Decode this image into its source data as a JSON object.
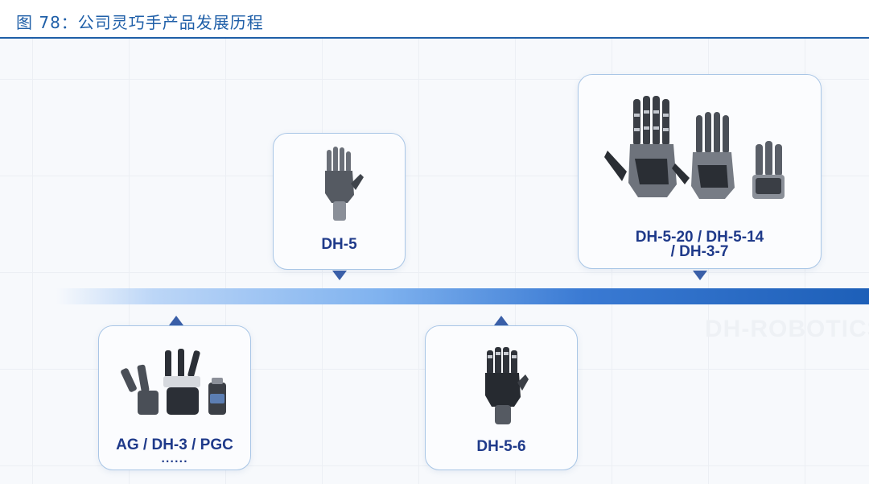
{
  "header": {
    "title": "图 78：公司灵巧手产品发展历程"
  },
  "watermark": "DH-ROBOTICS",
  "milestones": [
    {
      "label": "AG / DH-3 / PGC",
      "sub": "......"
    },
    {
      "label": "DH-5"
    },
    {
      "label": "DH-5-6"
    },
    {
      "label_line1": "DH-5-20 / DH-5-14",
      "label_line2": "/ DH-3-7"
    }
  ],
  "colors": {
    "title": "#1f5fa8",
    "label": "#1f3a8a",
    "timeline_start": "#bcd6f7",
    "timeline_end": "#1d5fb8",
    "card_border": "#a9c6e6"
  }
}
